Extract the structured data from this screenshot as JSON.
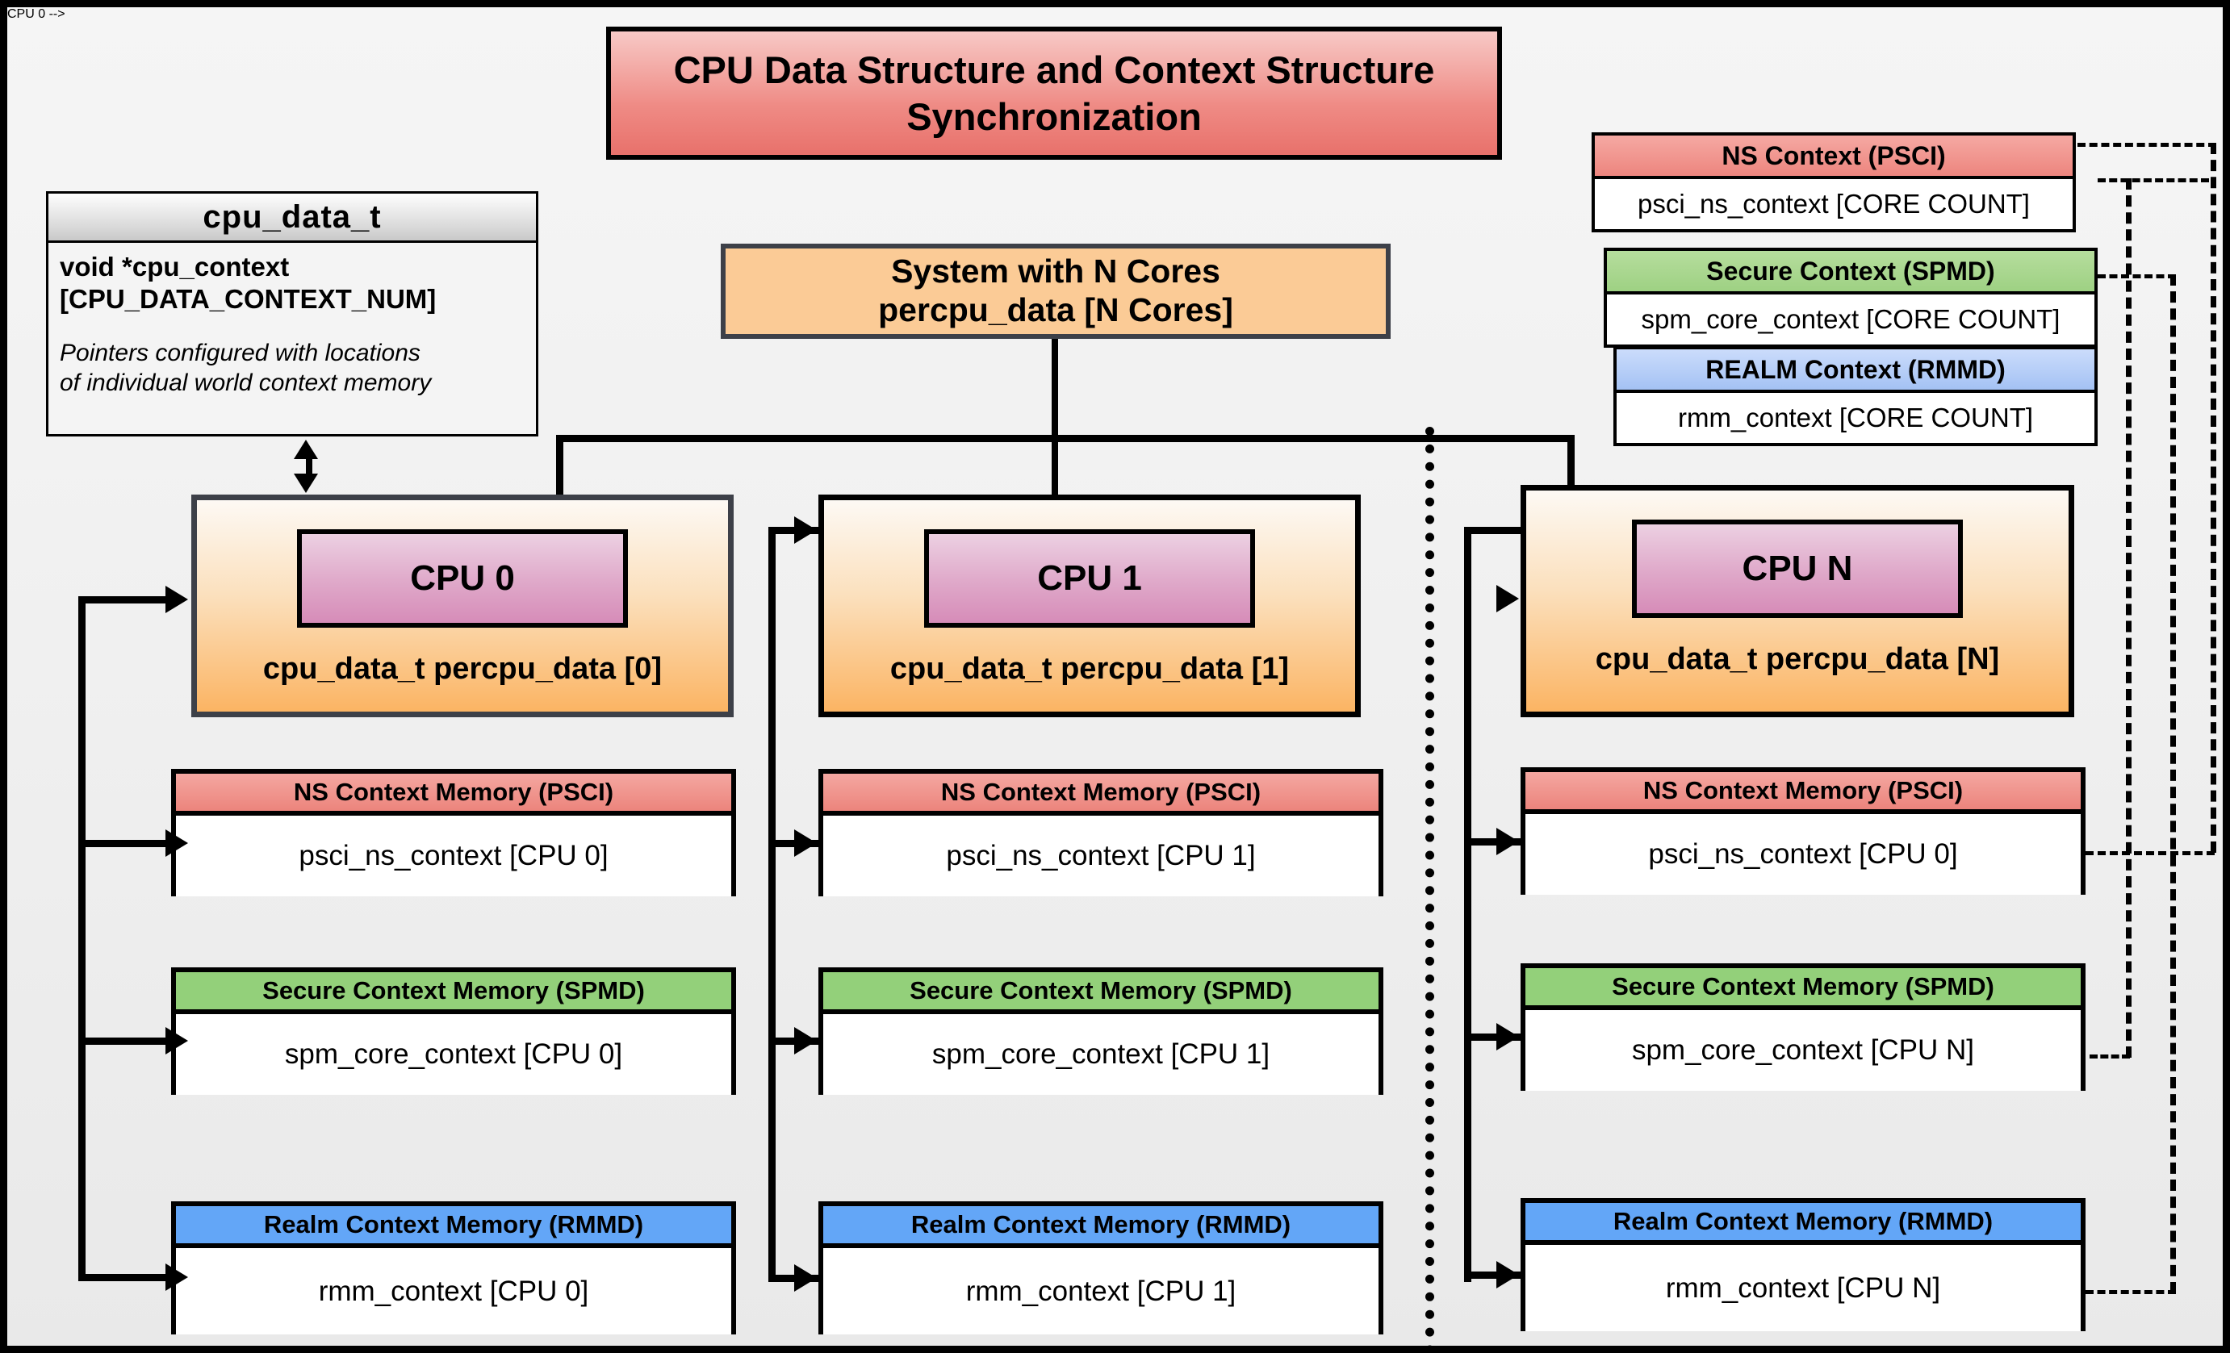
{
  "title": "CPU Data Structure and Context Structure Synchronization",
  "cpu_data_t": {
    "name": "cpu_data_t",
    "field": "void  *cpu_context [CPU_DATA_CONTEXT_NUM]",
    "field_line1": "void  *cpu_context",
    "field_line2": "[CPU_DATA_CONTEXT_NUM]",
    "note_line1": "Pointers configured with locations",
    "note_line2": "of individual world context memory"
  },
  "system": {
    "line1": "System with N Cores",
    "line2": "percpu_data [N Cores]"
  },
  "summary_contexts": [
    {
      "header": "NS Context  (PSCI)",
      "body": "psci_ns_context [CORE COUNT]",
      "color": "#ed857e"
    },
    {
      "header": "Secure Context (SPMD)",
      "body": "spm_core_context [CORE COUNT]",
      "color": "#9ed183"
    },
    {
      "header": "REALM Context (RMMD)",
      "body": "rmm_context [CORE COUNT]",
      "color": "#a4c2f4"
    }
  ],
  "cores": [
    {
      "chip": "CPU 0",
      "label": "cpu_data_t percpu_data [0]",
      "memories": [
        {
          "header": "NS Context Memory (PSCI)",
          "body": "psci_ns_context [CPU 0]"
        },
        {
          "header": "Secure Context Memory (SPMD)",
          "body": "spm_core_context [CPU 0]"
        },
        {
          "header": "Realm Context Memory (RMMD)",
          "body": "rmm_context [CPU 0]"
        }
      ]
    },
    {
      "chip": "CPU 1",
      "label": "cpu_data_t percpu_data [1]",
      "memories": [
        {
          "header": "NS Context Memory (PSCI)",
          "body": "psci_ns_context [CPU 1]"
        },
        {
          "header": "Secure Context Memory (SPMD)",
          "body": "spm_core_context [CPU 1]"
        },
        {
          "header": "Realm Context Memory (RMMD)",
          "body": "rmm_context [CPU 1]"
        }
      ]
    },
    {
      "chip": "CPU N",
      "label": "cpu_data_t percpu_data [N]",
      "memories": [
        {
          "header": "NS Context Memory (PSCI)",
          "body": "psci_ns_context [CPU 0]"
        },
        {
          "header": "Secure Context Memory (SPMD)",
          "body": "spm_core_context [CPU N]"
        },
        {
          "header": "Realm Context Memory (RMMD)",
          "body": "rmm_context [CPU N]"
        }
      ]
    }
  ],
  "colors": {
    "ns": "#ed857e",
    "secure": "#93d07a",
    "realm": "#63a6f7",
    "cpu_fill_top": "#fdf9f4",
    "cpu_fill_bottom": "#fbb463",
    "chip": "#d68cb8",
    "system": "#fbcb96",
    "title": "#e8716b",
    "background": "#f1f1f1"
  }
}
